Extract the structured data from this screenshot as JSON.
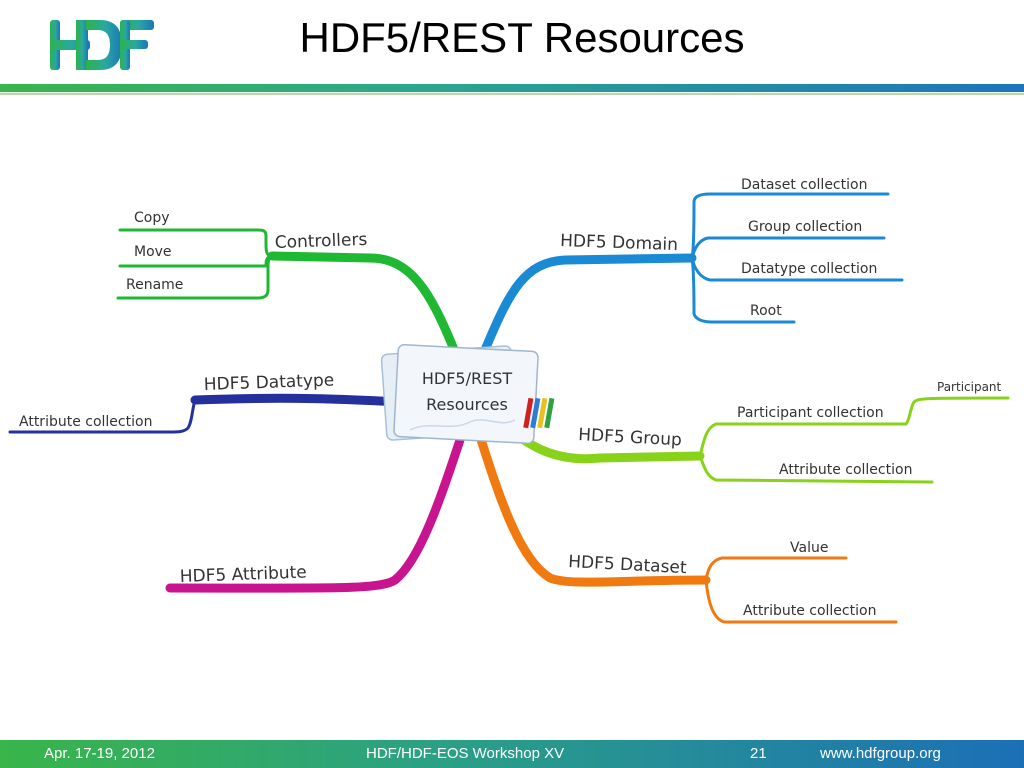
{
  "slide": {
    "title": "HDF5/REST Resources",
    "logo_text": "HDF"
  },
  "mindmap": {
    "center": {
      "line1": "HDF5/REST",
      "line2": "Resources"
    },
    "branches": {
      "controllers": {
        "label": "Controllers",
        "items": [
          "Copy",
          "Move",
          "Rename"
        ],
        "color": "#1fb832"
      },
      "domain": {
        "label": "HDF5 Domain",
        "items": [
          "Dataset collection",
          "Group collection",
          "Datatype collection",
          "Root"
        ],
        "color": "#1a8ad4"
      },
      "datatype": {
        "label": "HDF5 Datatype",
        "items": [
          "Attribute collection"
        ],
        "color": "#25309c"
      },
      "group": {
        "label": "HDF5 Group",
        "items": [
          "Participant collection",
          "Attribute collection"
        ],
        "sub_item": "Participant",
        "color": "#88d21a"
      },
      "attribute": {
        "label": "HDF5 Attribute",
        "items": [],
        "color": "#c8148e"
      },
      "dataset": {
        "label": "HDF5 Dataset",
        "items": [
          "Value",
          "Attribute collection"
        ],
        "color": "#f07a10"
      }
    }
  },
  "footer": {
    "date": "Apr. 17-19, 2012",
    "event": "HDF/HDF-EOS Workshop XV",
    "page": "21",
    "website": "www.hdfgroup.org"
  }
}
